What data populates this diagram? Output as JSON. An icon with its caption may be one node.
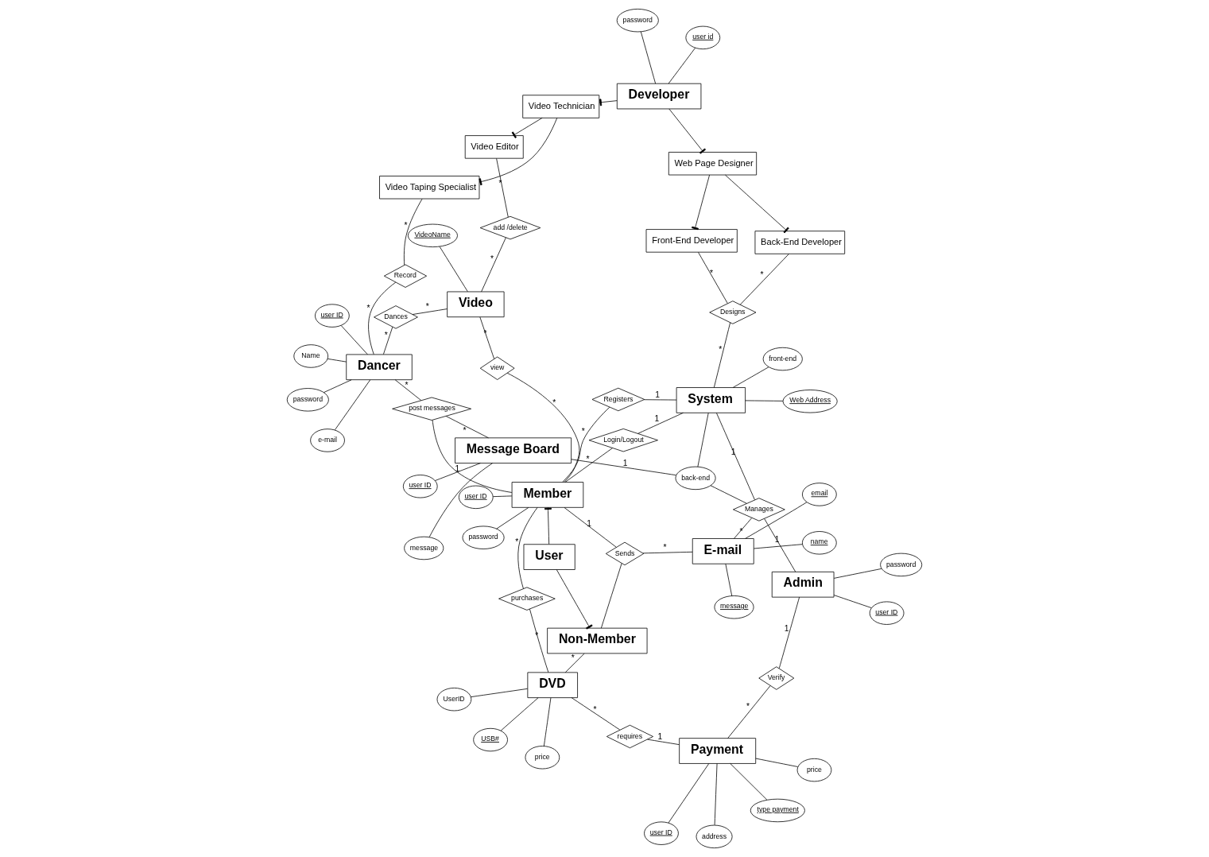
{
  "diagram": {
    "nodes": [
      {
        "text": [
          "User"
        ]
      },
      {
        "text": [
          "Non-Member"
        ]
      },
      {
        "text": [
          "Member"
        ]
      },
      {
        "text": [
          "Dancer"
        ]
      },
      {
        "text": [
          "Video"
        ]
      },
      {
        "text": [
          "Message Board"
        ]
      },
      {
        "text": [
          "System"
        ]
      },
      {
        "text": [
          "Admin"
        ]
      },
      {
        "text": [
          "Payment"
        ]
      },
      {
        "text": [
          "E-mail"
        ]
      },
      {
        "text": [
          "DVD"
        ]
      },
      {
        "text": [
          "Developer"
        ]
      },
      {
        "text": [
          "Web Page Designer"
        ]
      },
      {
        "text": [
          "Video Technician"
        ]
      },
      {
        "text": [
          "Front-End Developer"
        ]
      },
      {
        "text": [
          "Back-End Developer"
        ]
      },
      {
        "text": [
          "Video Editor"
        ]
      },
      {
        "text": [
          "Video Taping Specialist"
        ]
      },
      {
        "text": [
          "post messages"
        ]
      },
      {
        "text": [
          "Dances"
        ]
      },
      {
        "text": [
          "view"
        ]
      },
      {
        "text": [
          "purchases"
        ]
      },
      {
        "text": [
          "Registers"
        ]
      },
      {
        "text": [
          "Login/Logout"
        ]
      },
      {
        "text": [
          "Record"
        ]
      },
      {
        "text": [
          "add /delete"
        ]
      },
      {
        "text": [
          "Sends"
        ]
      },
      {
        "text": [
          "Manages"
        ]
      },
      {
        "text": [
          "Verify"
        ]
      },
      {
        "text": [
          "requires"
        ]
      },
      {
        "text": [
          "Designs"
        ]
      },
      {
        "text": [
          "password"
        ]
      },
      {
        "text": [
          "user ID"
        ]
      },
      {
        "text": [
          "password"
        ]
      },
      {
        "text": [
          "user ID"
        ]
      },
      {
        "text": [
          "e-mail"
        ]
      },
      {
        "text": [
          "Name"
        ]
      },
      {
        "text": [
          "VideoName"
        ]
      },
      {
        "text": [
          "user ID"
        ]
      },
      {
        "text": [
          "message"
        ]
      },
      {
        "text": [
          "Web Address"
        ]
      },
      {
        "text": [
          "back-end"
        ]
      },
      {
        "text": [
          "front-end"
        ]
      },
      {
        "text": [
          "password"
        ]
      },
      {
        "text": [
          "user ID"
        ]
      },
      {
        "text": [
          "user ID"
        ]
      },
      {
        "text": [
          "type payment"
        ]
      },
      {
        "text": [
          "address"
        ]
      },
      {
        "text": [
          "price"
        ]
      },
      {
        "text": [
          "user id"
        ]
      },
      {
        "text": [
          "password"
        ]
      },
      {
        "text": [
          "message"
        ]
      },
      {
        "text": [
          "name"
        ]
      },
      {
        "text": [
          "email"
        ]
      },
      {
        "text": [
          "price"
        ]
      },
      {
        "text": [
          "USB#"
        ]
      },
      {
        "text": [
          "UserID"
        ]
      }
    ],
    "edges": [
      {
        "from": 0,
        "to": 2,
        "arrow": "other"
      },
      {
        "from": 0,
        "to": 1,
        "arrow": "other"
      },
      {
        "from": 5,
        "to": 18,
        "arrow": "none",
        "label": "*"
      },
      {
        "from": 18,
        "to": 2,
        "arrow": "none",
        "label": "1"
      },
      {
        "from": 18,
        "to": 3,
        "arrow": "none",
        "label": "*"
      },
      {
        "from": 2,
        "to": 31,
        "arrow": "none"
      },
      {
        "from": 2,
        "to": 32,
        "arrow": "none"
      },
      {
        "from": 2,
        "to": 20,
        "arrow": "none",
        "label": "*"
      },
      {
        "from": 20,
        "to": 4,
        "arrow": "none",
        "label": "*"
      },
      {
        "from": 2,
        "to": 21,
        "arrow": "none",
        "label": "*"
      },
      {
        "from": 21,
        "to": 10,
        "arrow": "none",
        "label": "*"
      },
      {
        "from": 2,
        "to": 22,
        "arrow": "none",
        "label": "*"
      },
      {
        "from": 22,
        "to": 6,
        "arrow": "none",
        "label": "1"
      },
      {
        "from": 2,
        "to": 23,
        "arrow": "none",
        "label": "*"
      },
      {
        "from": 23,
        "to": 6,
        "arrow": "none",
        "label": "1"
      },
      {
        "from": 2,
        "to": 26,
        "arrow": "none",
        "label": "1"
      },
      {
        "from": 26,
        "to": 9,
        "arrow": "none",
        "label": "*"
      },
      {
        "from": 1,
        "to": 10,
        "arrow": "none",
        "label": "*"
      },
      {
        "from": 1,
        "to": 26,
        "arrow": "none"
      },
      {
        "from": 3,
        "to": 33,
        "arrow": "none"
      },
      {
        "from": 3,
        "to": 34,
        "arrow": "none"
      },
      {
        "from": 3,
        "to": 35,
        "arrow": "none"
      },
      {
        "from": 3,
        "to": 36,
        "arrow": "none"
      },
      {
        "from": 3,
        "to": 19,
        "arrow": "none",
        "label": "*"
      },
      {
        "from": 19,
        "to": 4,
        "arrow": "none",
        "label": "*"
      },
      {
        "from": 3,
        "to": 24,
        "arrow": "none",
        "label": "*"
      },
      {
        "from": 24,
        "to": 17,
        "arrow": "none",
        "label": "*"
      },
      {
        "from": 4,
        "to": 37,
        "arrow": "none"
      },
      {
        "from": 4,
        "to": 25,
        "arrow": "none",
        "label": "*"
      },
      {
        "from": 25,
        "to": 16,
        "arrow": "none",
        "label": "*"
      },
      {
        "from": 5,
        "to": 38,
        "arrow": "none"
      },
      {
        "from": 5,
        "to": 39,
        "arrow": "none"
      },
      {
        "from": 5,
        "to": 41,
        "arrow": "none",
        "label": "1"
      },
      {
        "from": 6,
        "to": 40,
        "arrow": "none"
      },
      {
        "from": 6,
        "to": 41,
        "arrow": "none"
      },
      {
        "from": 6,
        "to": 42,
        "arrow": "none"
      },
      {
        "from": 6,
        "to": 27,
        "arrow": "none",
        "label": "1"
      },
      {
        "from": 6,
        "to": 30,
        "arrow": "none",
        "label": "*"
      },
      {
        "from": 41,
        "to": 27,
        "arrow": "none"
      },
      {
        "from": 7,
        "to": 43,
        "arrow": "none"
      },
      {
        "from": 7,
        "to": 44,
        "arrow": "none"
      },
      {
        "from": 7,
        "to": 27,
        "arrow": "none",
        "label": "1"
      },
      {
        "from": 7,
        "to": 28,
        "arrow": "none",
        "label": "1"
      },
      {
        "from": 27,
        "to": 9,
        "arrow": "none",
        "label": "*"
      },
      {
        "from": 8,
        "to": 45,
        "arrow": "none"
      },
      {
        "from": 8,
        "to": 46,
        "arrow": "none"
      },
      {
        "from": 8,
        "to": 47,
        "arrow": "none"
      },
      {
        "from": 8,
        "to": 48,
        "arrow": "none"
      },
      {
        "from": 8,
        "to": 28,
        "arrow": "none",
        "label": "*"
      },
      {
        "from": 8,
        "to": 29,
        "arrow": "none",
        "label": "1"
      },
      {
        "from": 29,
        "to": 10,
        "arrow": "none",
        "label": "*"
      },
      {
        "from": 30,
        "to": 14,
        "arrow": "none",
        "label": "*"
      },
      {
        "from": 30,
        "to": 15,
        "arrow": "none",
        "label": "*"
      },
      {
        "from": 11,
        "to": 49,
        "arrow": "none"
      },
      {
        "from": 11,
        "to": 50,
        "arrow": "none"
      },
      {
        "from": 11,
        "to": 12,
        "arrow": "other"
      },
      {
        "from": 11,
        "to": 13,
        "arrow": "other"
      },
      {
        "from": 12,
        "to": 14,
        "arrow": "other"
      },
      {
        "from": 12,
        "to": 15,
        "arrow": "other"
      },
      {
        "from": 13,
        "to": 16,
        "arrow": "other"
      },
      {
        "from": 13,
        "to": 17,
        "arrow": "other"
      },
      {
        "from": 9,
        "to": 51,
        "arrow": "none"
      },
      {
        "from": 9,
        "to": 52,
        "arrow": "none"
      },
      {
        "from": 9,
        "to": 53,
        "arrow": "none"
      },
      {
        "from": 10,
        "to": 54,
        "arrow": "none"
      },
      {
        "from": 10,
        "to": 55,
        "arrow": "none"
      },
      {
        "from": 10,
        "to": 56,
        "arrow": "none"
      }
    ]
  }
}
